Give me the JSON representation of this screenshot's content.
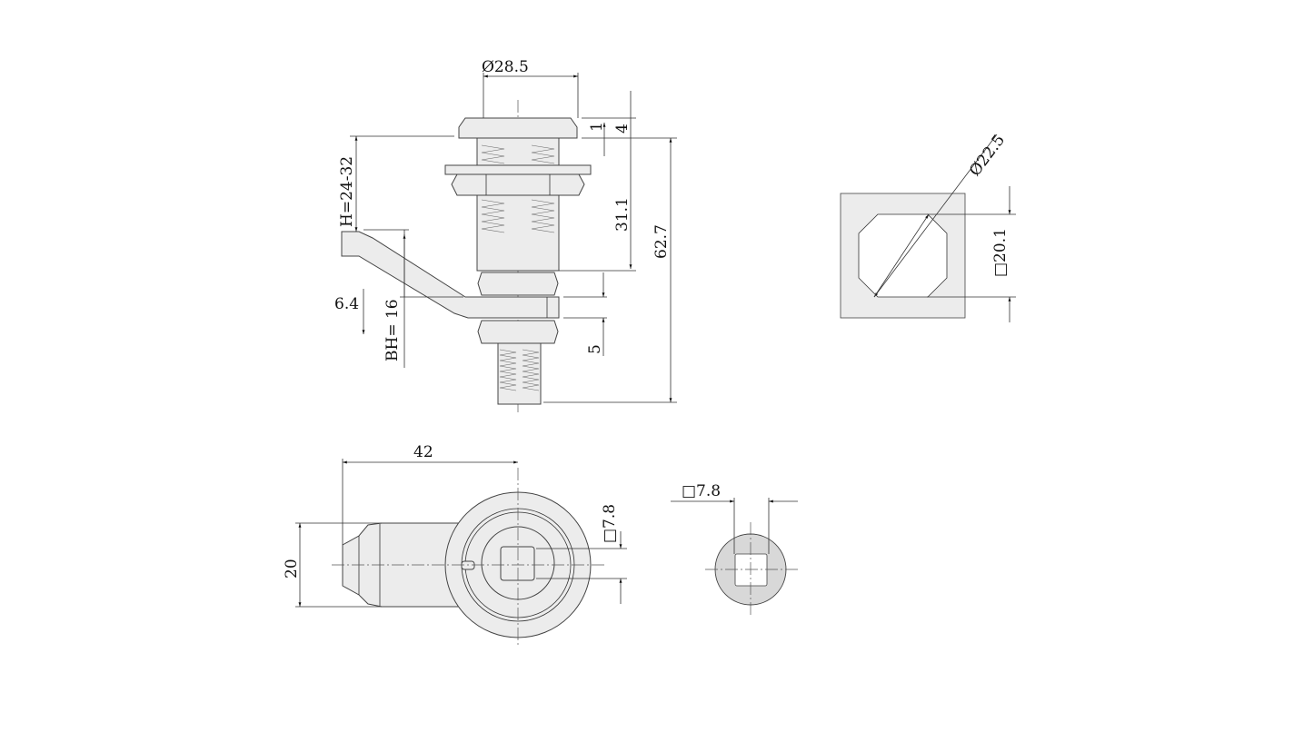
{
  "drawing": {
    "side_view": {
      "dim_diameter": "Ø28.5",
      "dim_1": "1",
      "dim_4": "4",
      "dim_31_1": "31.1",
      "dim_62_7": "62.7",
      "dim_h": "H=24-32",
      "dim_6_4": "6.4",
      "dim_bh": "BH= 16",
      "dim_5": "5"
    },
    "cutout_view": {
      "dim_diameter": "Ø22.5",
      "dim_square": "□20.1"
    },
    "front_view": {
      "dim_42": "42",
      "dim_20": "20",
      "dim_square": "□7.8"
    },
    "key_view": {
      "dim_square": "□7.8"
    }
  }
}
